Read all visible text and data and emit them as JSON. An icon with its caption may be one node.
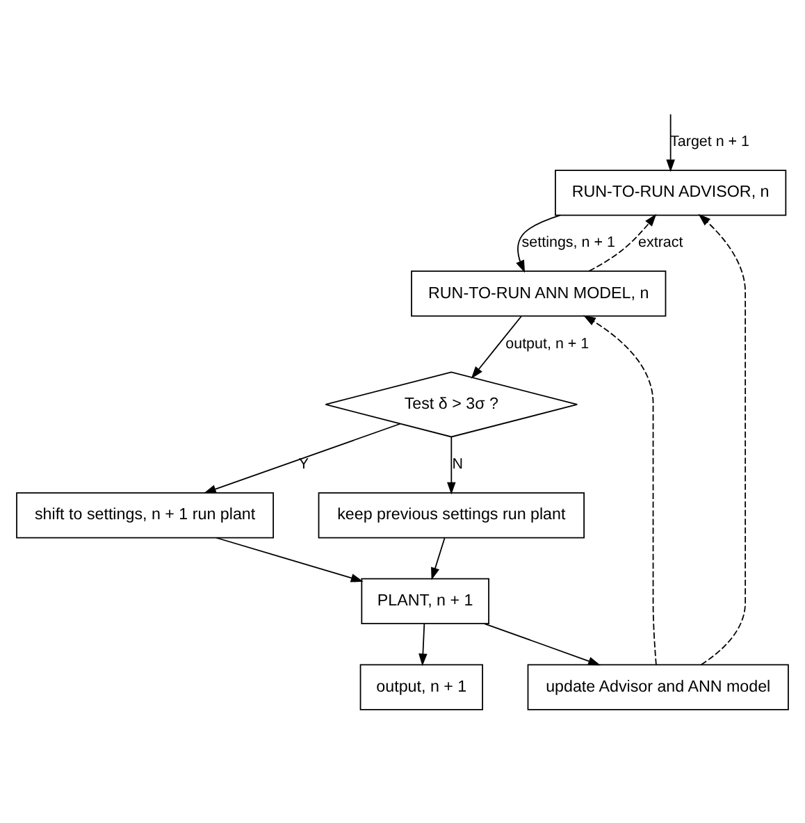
{
  "diagram": {
    "nodes": [
      {
        "text": [
          "RUN-TO-RUN ADVISOR, n"
        ]
      },
      {
        "text": [
          "RUN-TO-RUN ANN MODEL, n"
        ]
      },
      {
        "text": [
          "Test δ > 3σ ?"
        ]
      },
      {
        "text": [
          "shift to settings, n + 1 run plant"
        ]
      },
      {
        "text": [
          "keep previous settings run plant"
        ]
      },
      {
        "text": [
          "PLANT, n + 1"
        ]
      },
      {
        "text": [
          "output, n + 1"
        ]
      },
      {
        "text": [
          "update Advisor and ANN model"
        ]
      }
    ],
    "edges": [
      {
        "from": null,
        "to": 0,
        "arrow": "to",
        "label": "Target n + 1"
      },
      {
        "from": 0,
        "to": 1,
        "arrow": "to",
        "label": "settings, n + 1"
      },
      {
        "from": 1,
        "to": 0,
        "arrow": "to",
        "label": "extract",
        "style": "dashed"
      },
      {
        "from": 1,
        "to": 2,
        "arrow": "to",
        "label": "output, n + 1"
      },
      {
        "from": 2,
        "to": 3,
        "arrow": "to",
        "label": "Y"
      },
      {
        "from": 2,
        "to": 4,
        "arrow": "to",
        "label": "N"
      },
      {
        "from": 3,
        "to": 5,
        "arrow": "to"
      },
      {
        "from": 4,
        "to": 5,
        "arrow": "to"
      },
      {
        "from": 5,
        "to": 6,
        "arrow": "to"
      },
      {
        "from": 5,
        "to": 7,
        "arrow": "to"
      },
      {
        "from": 7,
        "to": 1,
        "arrow": "to",
        "style": "dashed"
      },
      {
        "from": 7,
        "to": 0,
        "arrow": "to",
        "style": "dashed"
      }
    ]
  }
}
